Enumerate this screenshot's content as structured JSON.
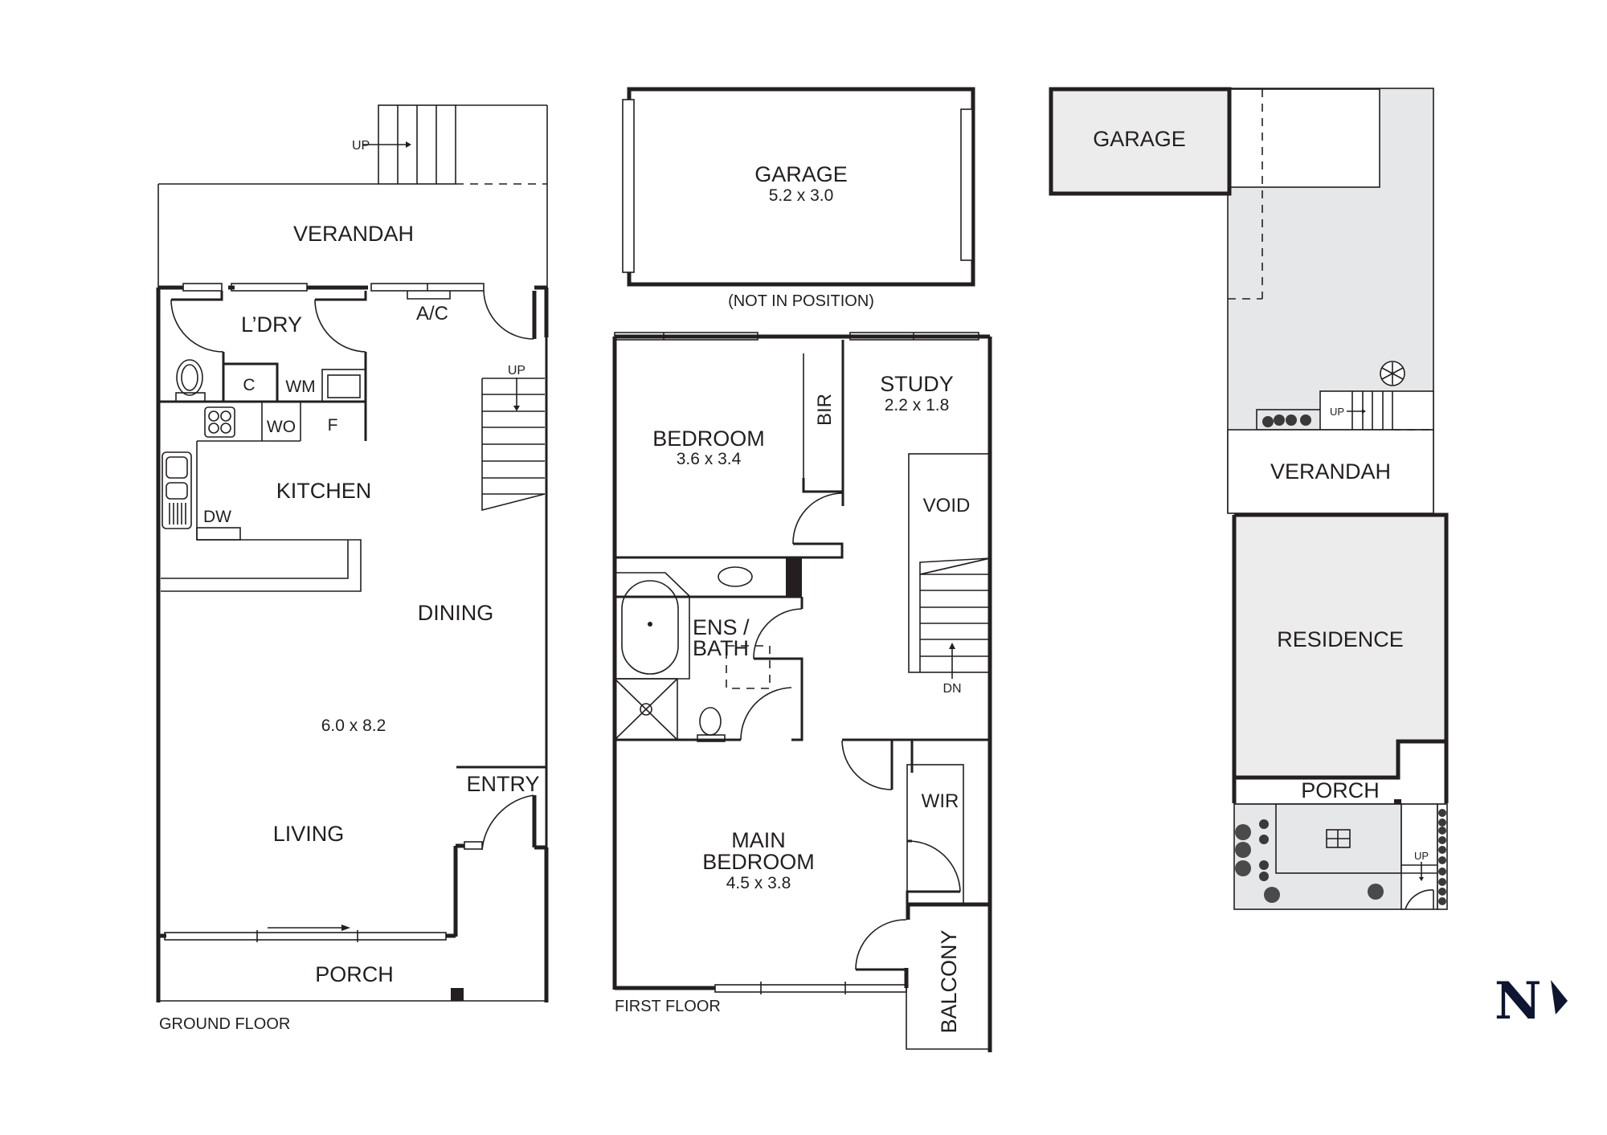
{
  "plans": {
    "ground_floor": {
      "caption": "GROUND FLOOR",
      "rooms": {
        "verandah": "VERANDAH",
        "laundry": "L’DRY",
        "kitchen": "KITCHEN",
        "dining": "DINING",
        "living": "LIVING",
        "entry": "ENTRY",
        "porch": "PORCH",
        "main_dims": "6.0 x 8.2"
      },
      "fixtures": {
        "cupboard": "C",
        "washing_machine": "WM",
        "wall_oven": "WO",
        "fridge": "F",
        "dishwasher": "DW",
        "air_con": "A/C",
        "stairs_up_rear": "UP",
        "stairs_up_internal": "UP"
      }
    },
    "garage": {
      "name": "GARAGE",
      "dims": "5.2 x 3.0",
      "note": "(NOT IN POSITION)"
    },
    "first_floor": {
      "caption": "FIRST FLOOR",
      "rooms": {
        "bedroom": "BEDROOM",
        "bedroom_dims": "3.6 x 3.4",
        "bir": "BIR",
        "study": "STUDY",
        "study_dims": "2.2 x 1.8",
        "void": "VOID",
        "ensuite_line1": "ENS /",
        "ensuite_line2": "BATH",
        "main_bedroom_line1": "MAIN",
        "main_bedroom_line2": "BEDROOM",
        "main_bedroom_dims": "4.5 x 3.8",
        "wir": "WIR",
        "balcony": "BALCONY",
        "stairs_down": "DN"
      }
    },
    "site_plan": {
      "garage": "GARAGE",
      "verandah": "VERANDAH",
      "residence": "RESIDENCE",
      "porch": "PORCH",
      "stairs_up_rear": "UP",
      "stairs_up_front": "UP",
      "north_label": "N"
    }
  },
  "colors": {
    "line": "#231f20",
    "site_fill": "#e6e7e8",
    "north": "#0d1530"
  }
}
